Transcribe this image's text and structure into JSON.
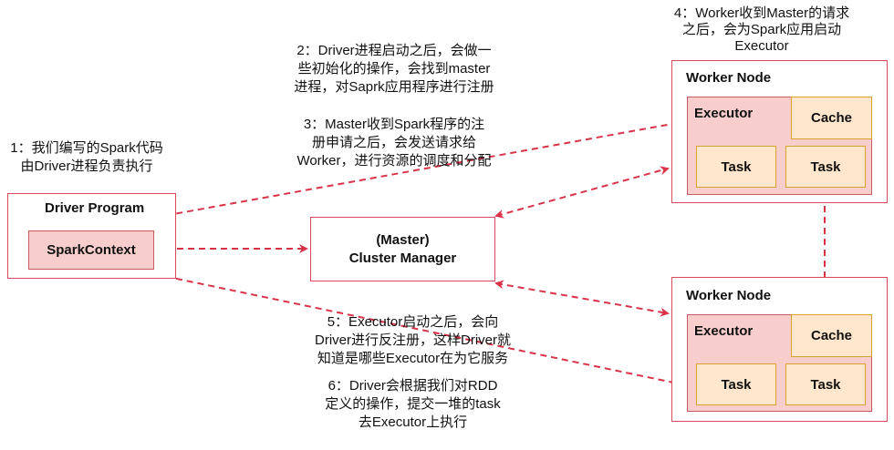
{
  "notes": {
    "n1": [
      "1：我们编写的Spark代码",
      "由Driver进程负责执行"
    ],
    "n2": [
      "2：Driver进程启动之后，会做一",
      "些初始化的操作，会找到master",
      "进程，对Saprk应用程序进行注册"
    ],
    "n3": [
      "3：Master收到Spark程序的注",
      "册申请之后，会发送请求给",
      "Worker，进行资源的调度和分配"
    ],
    "n4": [
      "4：Worker收到Master的请求",
      "之后，会为Spark应用启动",
      "Executor"
    ],
    "n5": [
      "5：Executor启动之后，会向",
      "Driver进行反注册，这样Driver就",
      "知道是哪些Executor在为它服务"
    ],
    "n6": [
      "6：Driver会根据我们对RDD",
      "定义的操作，提交一堆的task",
      "去Executor上执行"
    ]
  },
  "driver": {
    "title": "Driver Program",
    "context": "SparkContext"
  },
  "master": {
    "line1": "(Master)",
    "line2": "Cluster Manager"
  },
  "workers": [
    {
      "title": "Worker Node",
      "executor": "Executor",
      "cache": "Cache",
      "tasks": [
        "Task",
        "Task"
      ]
    },
    {
      "title": "Worker Node",
      "executor": "Executor",
      "cache": "Cache",
      "tasks": [
        "Task",
        "Task"
      ]
    }
  ],
  "colors": {
    "arrow": "#d9334a",
    "node_border": "#d64a5c",
    "executor_fill": "#f8cecc",
    "task_fill": "#ffe6cc"
  }
}
